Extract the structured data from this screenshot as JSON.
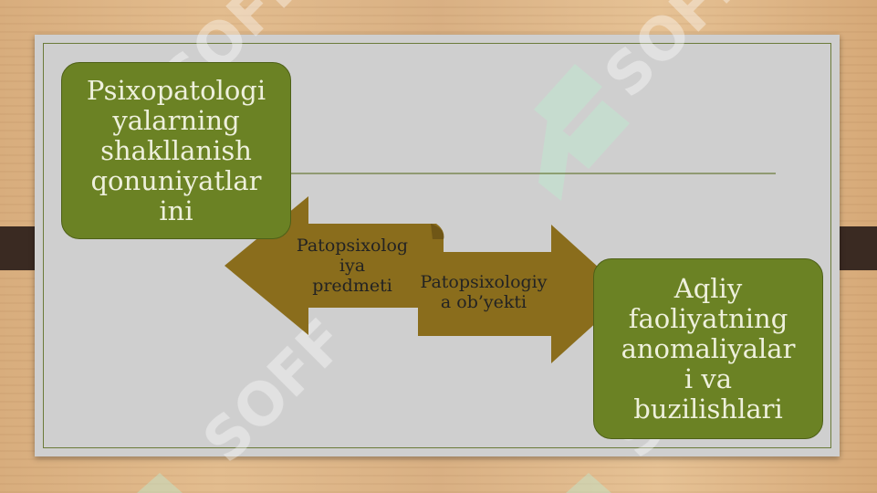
{
  "colors": {
    "background_wood": "#dcb486",
    "slide": "#cfcfcf",
    "frame_line": "#6b7b3a",
    "box_fill": "#6b8224",
    "box_text": "#eef0dc",
    "arrow_fill": "#8a6d1c",
    "arrow_text": "#232323",
    "side_tabs": "#3a2a22",
    "watermark": "#ffffff"
  },
  "watermark": {
    "text": "SOFF"
  },
  "diagram": {
    "box_left": {
      "lines": [
        "Psixopatologi",
        "yalarning",
        "shakllanish",
        "qonuniyatlar",
        "ini"
      ]
    },
    "box_right": {
      "lines": [
        "Aqliy",
        "faoliyatning",
        "anomaliyalar",
        "i va",
        "buzilishlari"
      ]
    },
    "arrow_left": {
      "lines": [
        "Patopsixolog",
        "iya",
        "predmeti"
      ]
    },
    "arrow_right": {
      "lines": [
        "Patopsixologiy",
        "a ob’yekti"
      ]
    }
  }
}
